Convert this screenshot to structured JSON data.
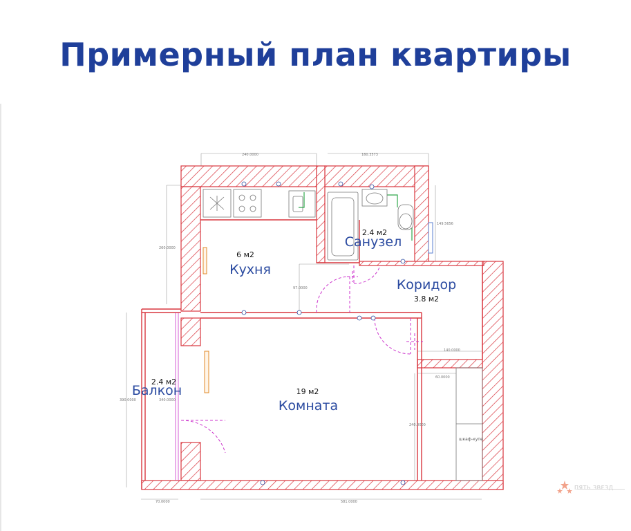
{
  "title": "Примерный план квартиры",
  "rooms": {
    "kitchen": {
      "name": "Кухня",
      "area": "6 м2"
    },
    "bathroom": {
      "name": "Санузел",
      "area": "2.4 м2"
    },
    "corridor": {
      "name": "Коридор",
      "area": "3.8 м2"
    },
    "room": {
      "name": "Комната",
      "area": "19 м2"
    },
    "balcony": {
      "name": "Балкон",
      "area": "2.4 м2"
    }
  },
  "wardrobe_label": "шкаф-купе",
  "dimensions": {
    "top_kitchen": "240.0000",
    "top_bath": "160.3573",
    "left_kitchen": "260.0000",
    "door_kitchen": "97.0000",
    "bath_right": "149.5656",
    "corridor_bottom": "140.0000",
    "wardrobe_depth": "60.0000",
    "wardrobe_len": "240.0000",
    "balcony_height": "390.0000",
    "balcony_inner": "340.0000",
    "balcony_width": "70.0000",
    "bottom_total": "581.0000"
  },
  "logo": {
    "text": "ПЯТЬ ЗВЕЗД",
    "icon": "star-cluster-icon"
  },
  "colors": {
    "title": "#1f3f9a",
    "wall": "#d9363e",
    "door": "#cc33cc",
    "furniture": "#9a9a9a",
    "label": "#2a4aa0"
  }
}
